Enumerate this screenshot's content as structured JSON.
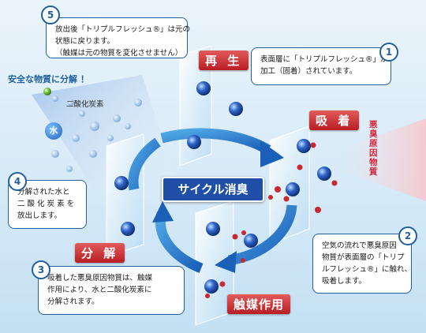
{
  "center_label": "サイクル消臭",
  "stages": {
    "regenerate": "再 生",
    "adsorb": "吸 着",
    "catalysis": "触媒作用",
    "decompose": "分 解"
  },
  "notes": [
    {
      "number": "1",
      "lines": [
        "表面層に「トリプルフレッシュ®」が",
        "加工（固着）されています。"
      ]
    },
    {
      "number": "2",
      "lines": [
        "空気の流れで悪臭原因",
        "物質が表面層の「トリプ",
        "ルフレッシュ®」に触れ、",
        "吸着します。"
      ]
    },
    {
      "number": "3",
      "lines": [
        "吸着した悪臭原因物質は、触媒",
        "作用により、水と二酸化炭素に",
        "分解されます。"
      ]
    },
    {
      "number": "4",
      "lines": [
        "分解された水と",
        "二 酸 化 炭 素 を",
        "放出します。"
      ]
    },
    {
      "number": "5",
      "lines": [
        "放出後「トリプルフレッシュ®」は元の",
        "状態に戻ります。",
        "（触媒は元の物質を変化させません）"
      ]
    }
  ],
  "labels": {
    "safe_substance": "安全な物質に分解 ！",
    "co2": "二酸化炭素",
    "water": "水",
    "odor_cause": "悪臭原因物質"
  },
  "colors": {
    "accent_blue": "#1f5f9e",
    "stage_red": "#c8282e",
    "odor_red": "#d6243a"
  }
}
